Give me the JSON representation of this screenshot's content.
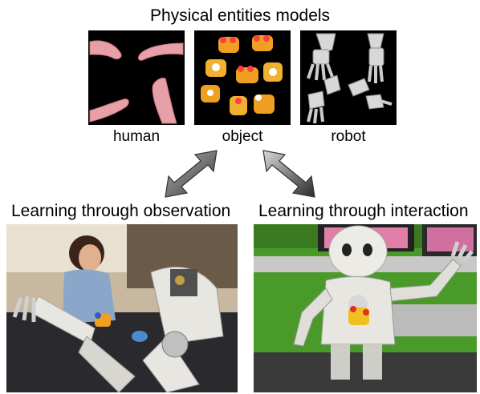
{
  "header": {
    "title": "Physical entities models"
  },
  "models": [
    {
      "key": "human",
      "caption": "human"
    },
    {
      "key": "object",
      "caption": "object"
    },
    {
      "key": "robot",
      "caption": "robot"
    }
  ],
  "sections": [
    {
      "key": "observation",
      "label": "Learning through observation"
    },
    {
      "key": "interaction",
      "label": "Learning through interaction"
    }
  ],
  "colors": {
    "thumb_background": "#000000",
    "arrow_fill": "#7a7a7a",
    "arrow_stroke": "#333333",
    "skin": "#e8a0a8",
    "toy_orange": "#f0a020",
    "robot_white": "#e8e6e0",
    "wall_green": "#4a9a2a"
  }
}
